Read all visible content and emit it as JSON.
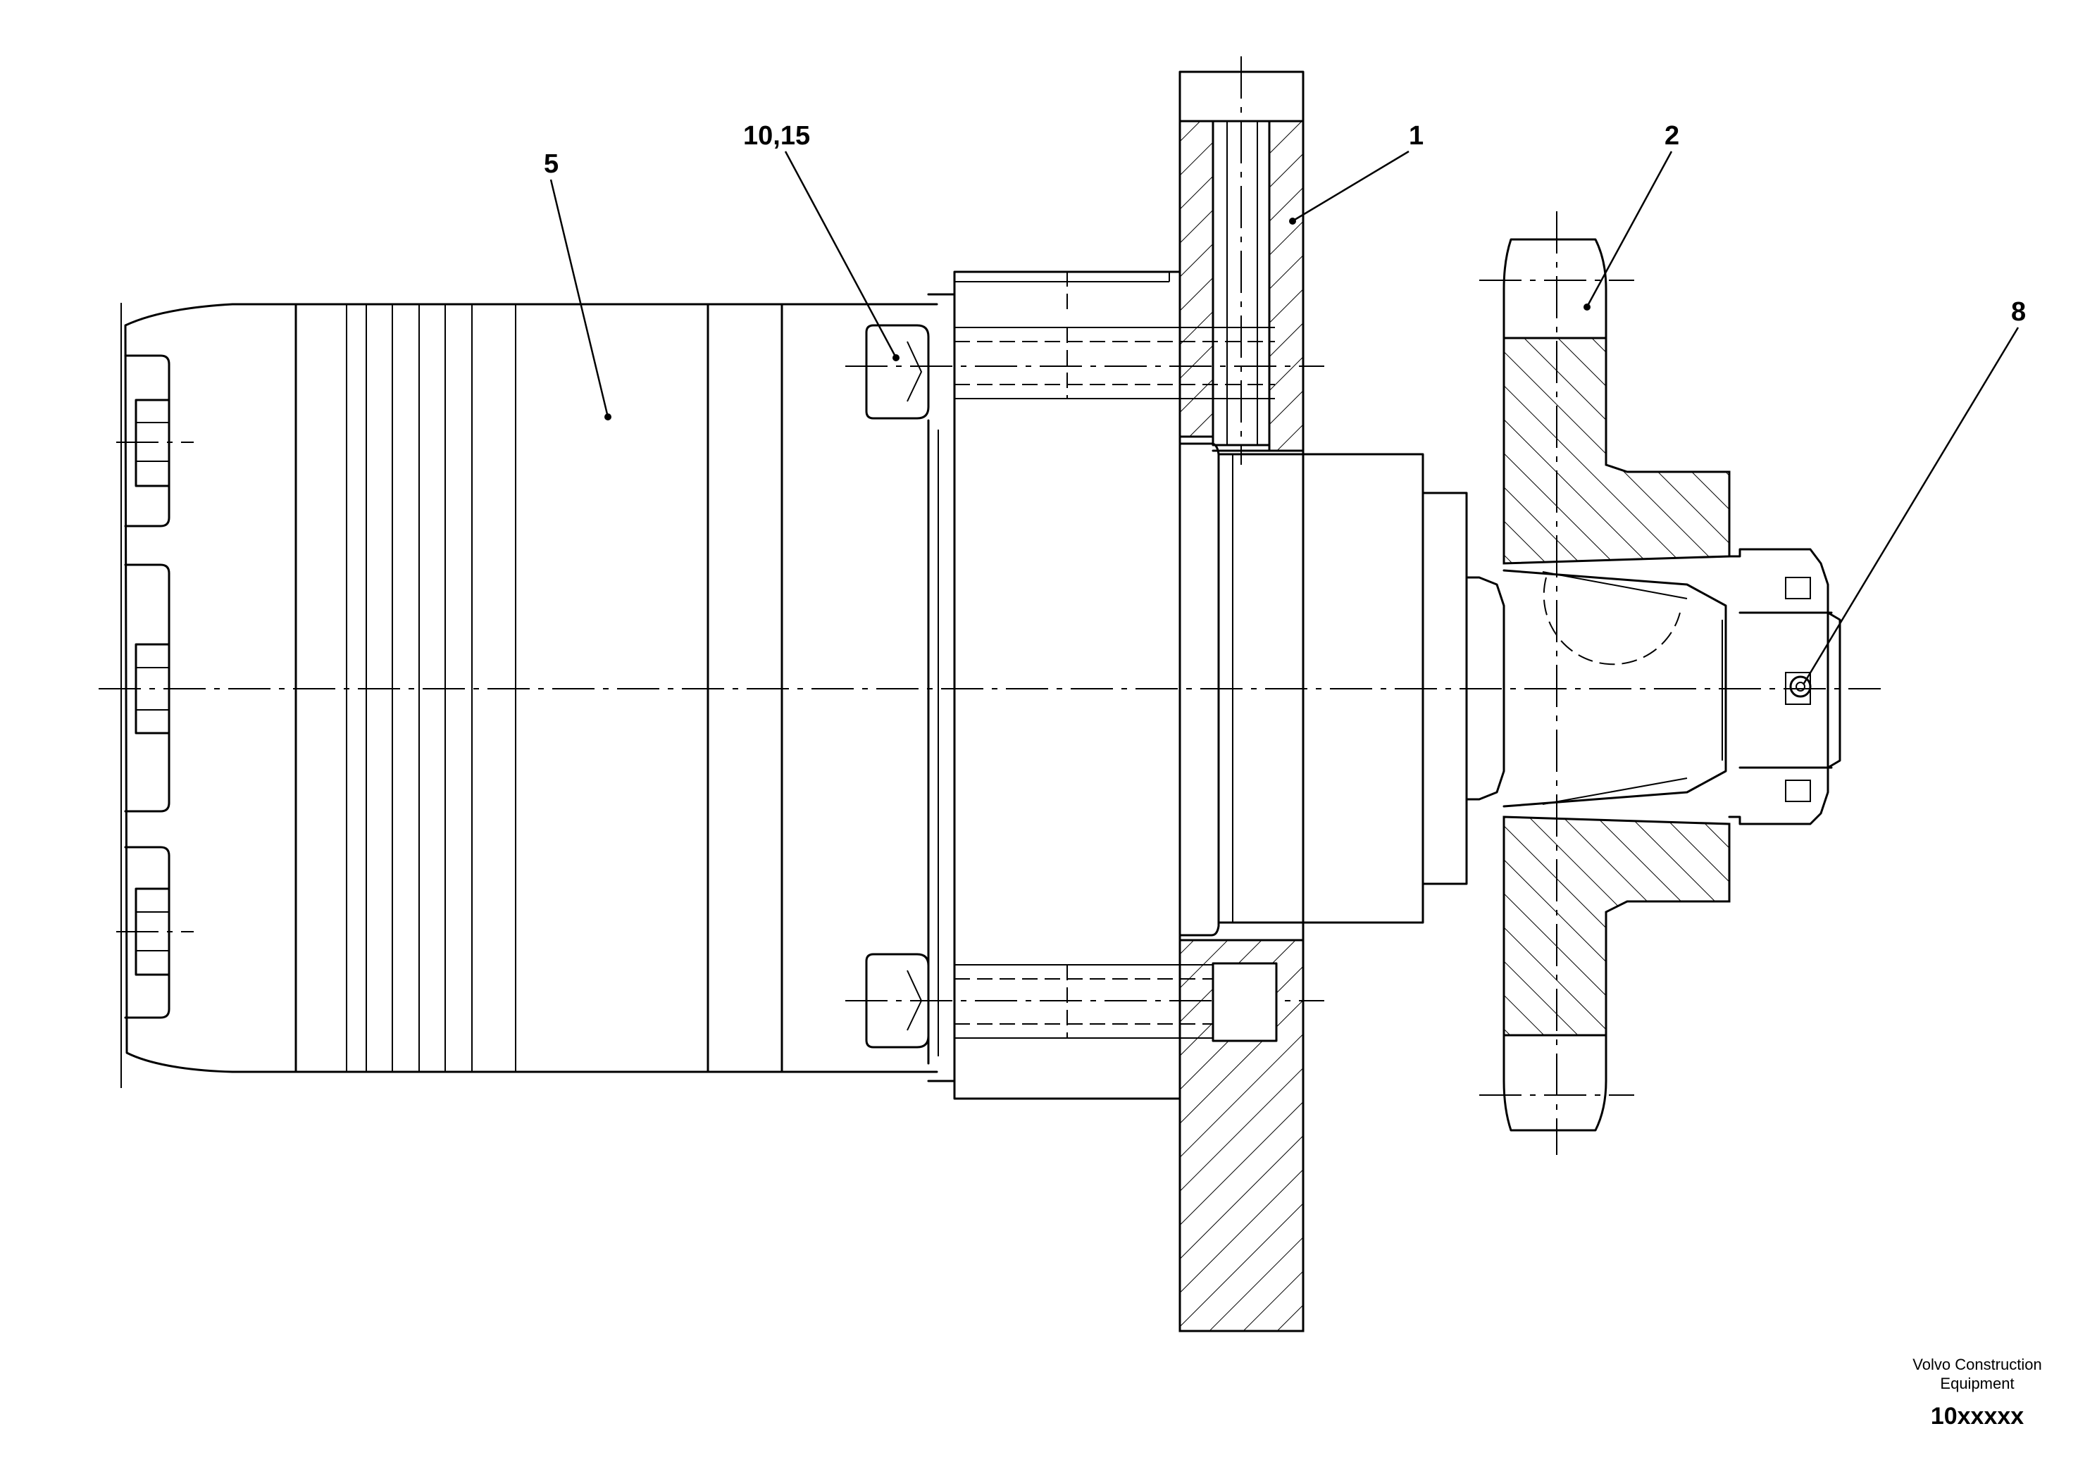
{
  "callouts": {
    "c1": "1",
    "c2": "2",
    "c5": "5",
    "c8": "8",
    "c10_15": "10,15"
  },
  "footer": {
    "company_line1": "Volvo Construction",
    "company_line2": "Equipment",
    "drawing_code": "10xxxxx"
  }
}
